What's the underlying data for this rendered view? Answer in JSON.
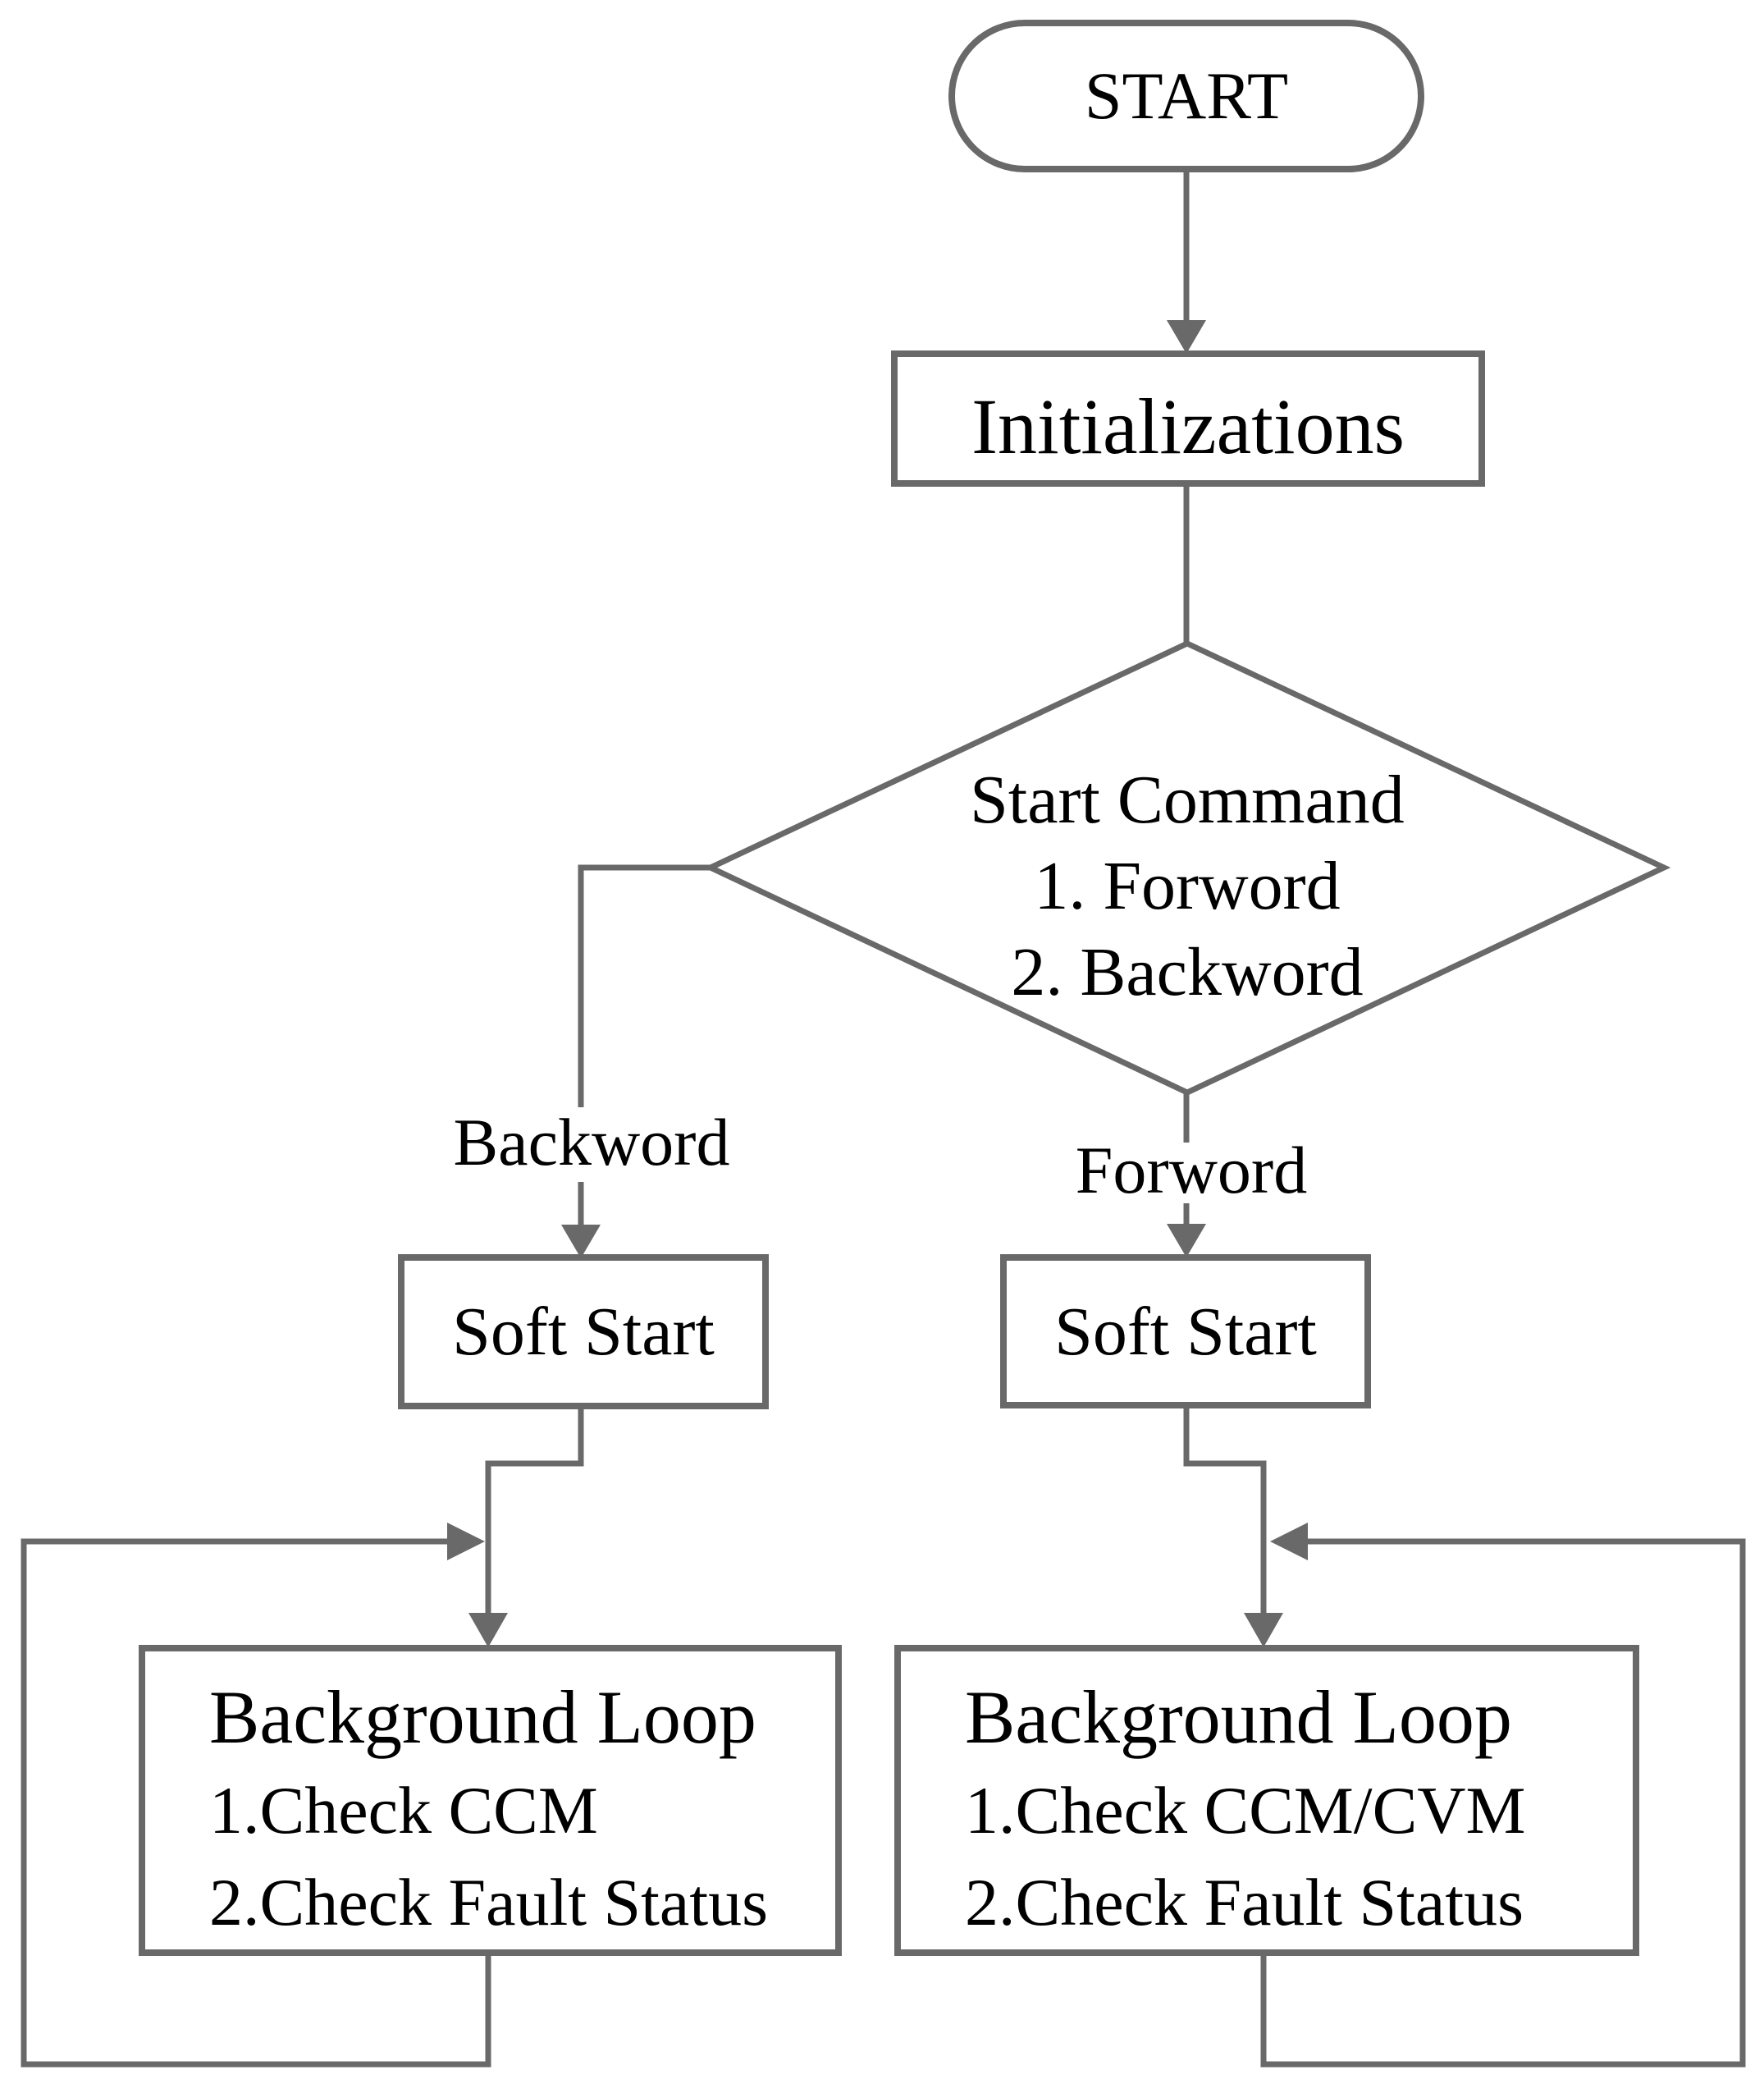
{
  "palette": {
    "line_color": "#696969",
    "text_color": "#000000",
    "background": "#ffffff"
  },
  "nodes": {
    "start": {
      "label": "START"
    },
    "initializations": {
      "label": "Initializations"
    },
    "decision": {
      "line1": "Start Command",
      "line2": "1. Forword",
      "line3": "2. Backword"
    },
    "branch_labels": {
      "left": "Backword",
      "right": "Forword"
    },
    "soft_start_left": {
      "label": "Soft Start"
    },
    "soft_start_right": {
      "label": "Soft Start"
    },
    "background_loop_left": {
      "title": "Background Loop",
      "item1": "1.Check CCM",
      "item2": "2.Check Fault Status"
    },
    "background_loop_right": {
      "title": "Background Loop",
      "item1": "1.Check CCM/CVM",
      "item2": "2.Check Fault Status"
    }
  }
}
